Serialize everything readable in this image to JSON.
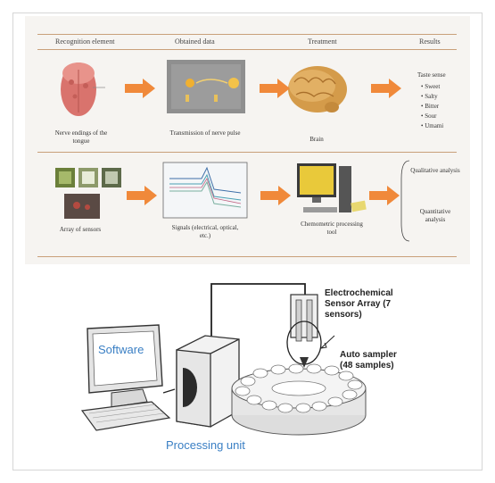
{
  "table": {
    "headers": [
      "Recognition element",
      "Obtained data",
      "Treatment",
      "Results"
    ],
    "row1": {
      "cap1": "Nerve endings of the tongue",
      "cap2": "Transmission of nerve pulse",
      "cap3": "Brain",
      "results_title": "Taste sense",
      "tastes": [
        "• Sweet",
        "• Salty",
        "• Bitter",
        "• Sour",
        "• Umami"
      ]
    },
    "row2": {
      "cap1": "Array of sensors",
      "cap2": "Signals (electrical, optical, etc.)",
      "cap3": "Chemometric processing tool",
      "res1": "Qualitative analysis",
      "res2": "Quantitative analysis"
    }
  },
  "bottom": {
    "software": "Software",
    "processing_unit": "Processing unit",
    "sensor_array": "Electrochemical Sensor Array (7 sensors)",
    "auto_sampler": "Auto sampler (48 samples)"
  },
  "colors": {
    "arrow": "#f0893a",
    "software_label": "#3a7fc4",
    "rule": "#c9a07a"
  }
}
